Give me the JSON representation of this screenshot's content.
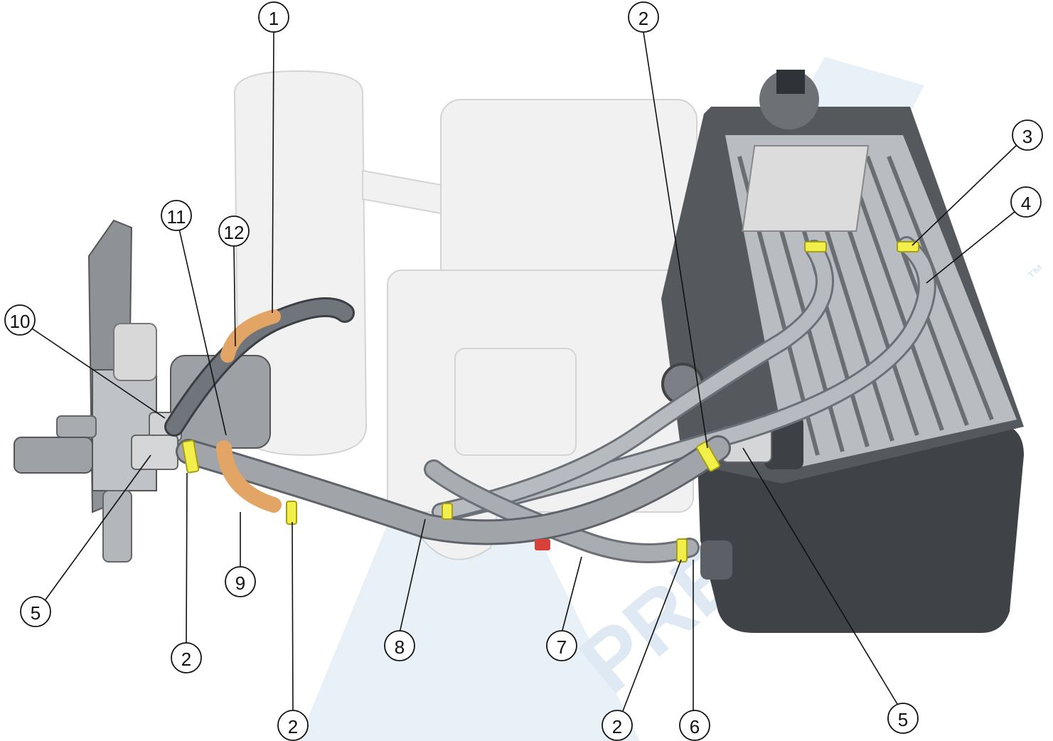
{
  "diagram": {
    "watermark_text": "PRESSURE",
    "watermark_tm": "™",
    "callouts": [
      {
        "id": "c1",
        "label": "1"
      },
      {
        "id": "c2a",
        "label": "2"
      },
      {
        "id": "c3",
        "label": "3"
      },
      {
        "id": "c4",
        "label": "4"
      },
      {
        "id": "c10",
        "label": "10"
      },
      {
        "id": "c11",
        "label": "11"
      },
      {
        "id": "c12",
        "label": "12"
      },
      {
        "id": "c5a",
        "label": "5"
      },
      {
        "id": "c2b",
        "label": "2"
      },
      {
        "id": "c9",
        "label": "9"
      },
      {
        "id": "c8",
        "label": "8"
      },
      {
        "id": "c7",
        "label": "7"
      },
      {
        "id": "c2c",
        "label": "2"
      },
      {
        "id": "c2d",
        "label": "2"
      },
      {
        "id": "c6",
        "label": "6"
      },
      {
        "id": "c5b",
        "label": "5"
      }
    ],
    "colors": {
      "hose": "#9ea3a8",
      "hose_dark": "#6b7076",
      "clamp": "#f2ee4a",
      "brass": "#e3a565",
      "pump_body": "#55595e",
      "pump_dark": "#3b3e42",
      "ghost": "#eeeeee",
      "ghost_line": "#cfcfcf",
      "manifold": "#d9d9d9",
      "watermark": "#d8e6f3",
      "callout_stroke": "#111111"
    }
  }
}
